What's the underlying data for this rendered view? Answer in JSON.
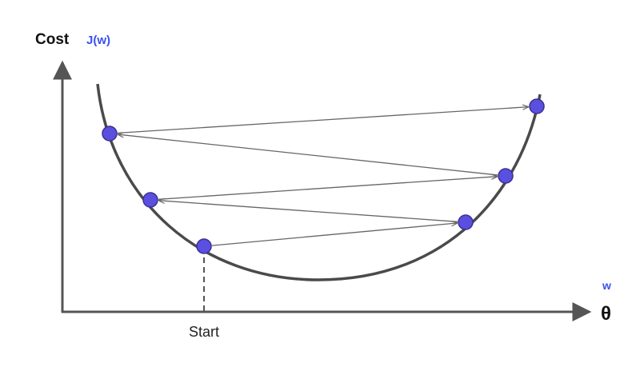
{
  "labels": {
    "y_axis": "Cost",
    "y_axis_symbol": "J(w)",
    "x_axis_symbol": "θ",
    "x_axis_superscript": "w",
    "start": "Start"
  },
  "colors": {
    "axis": "#555555",
    "curve": "#4a4a4a",
    "point": "#5b4fe0",
    "accent_text": "#3a50f0",
    "step_line": "#666666"
  },
  "step_count": 5
}
